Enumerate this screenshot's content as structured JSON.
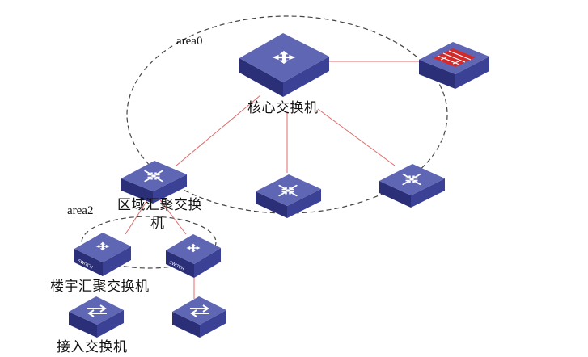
{
  "areas": {
    "area0_label": "area0",
    "area2_label": "area2"
  },
  "nodes": {
    "core": {
      "label": "核心交换机",
      "icon": "core-switch-icon"
    },
    "firewall": {
      "icon": "firewall-icon"
    },
    "region_agg": {
      "label_line1": "区域汇聚交换",
      "label_line2": "机",
      "icon": "aggregation-switch-icon"
    },
    "agg_mid": {
      "icon": "aggregation-switch-icon"
    },
    "agg_right": {
      "icon": "aggregation-switch-icon"
    },
    "building_agg_left": {
      "label": "楼宇汇聚交换机",
      "icon": "switch-icon",
      "badge": "SWITCH"
    },
    "building_agg_right": {
      "icon": "switch-icon",
      "badge": "SWITCH"
    },
    "access_left": {
      "label": "接入交换机",
      "icon": "access-switch-icon"
    },
    "access_right": {
      "icon": "access-switch-icon"
    }
  },
  "colors": {
    "device_top": "#5f66b4",
    "device_side": "#2b2f78",
    "device_front": "#3b4194",
    "link": "#e06a6a",
    "area_border": "#444444",
    "firewall_band": "#d42a2a"
  }
}
